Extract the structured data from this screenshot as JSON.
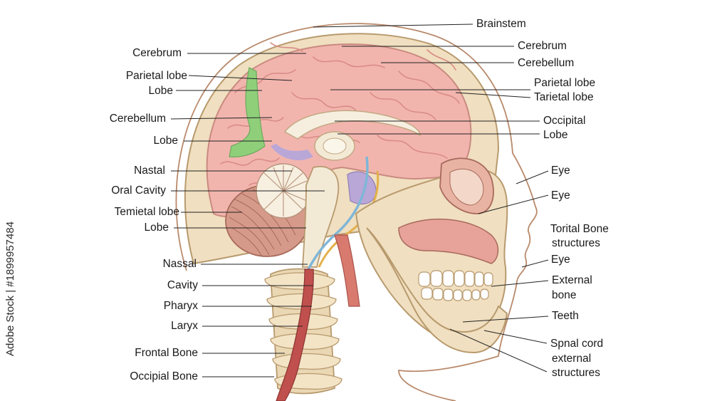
{
  "labels_left": [
    "Cerebrum",
    "Parietal lobe",
    "Lobe",
    "Cerebellum",
    "Lobe",
    "Nastal",
    "Oral Cavity",
    "Temietal lobe",
    "Lobe",
    "Nassal",
    "Cavity",
    "Pharyx",
    "Laryx",
    "Frontal Bone",
    "Occipial Bone"
  ],
  "labels_right": [
    "Brainstem",
    "Cerebrum",
    "Cerebellum",
    "Parietal lobe",
    "Tarietal lobe",
    "Occipital",
    "Lobe",
    "Eye",
    "Eye",
    "Torital Bone",
    "structures",
    "Eye",
    "External",
    "bone",
    "Teeth",
    "Spnal cord",
    "external",
    "structures"
  ],
  "side_watermark": "Adobe Stock | #1899957484",
  "colors": {
    "brain": "#f2b5ae",
    "brain_dark": "#d98c86",
    "skull": "#f0dfc0",
    "bone_outline": "#b89a6e",
    "cerebellum": "#d69a8a",
    "spine_cord": "#c0504d",
    "nerve_blue": "#7fb6d6",
    "nerve_yellow": "#e3b04b",
    "lilac": "#b9a7d8",
    "green": "#8fcf7a"
  }
}
